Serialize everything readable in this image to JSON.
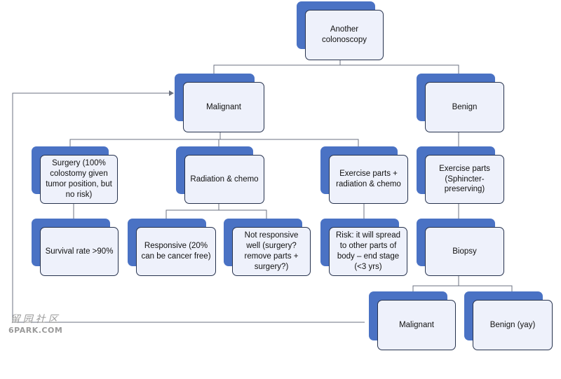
{
  "nodes": {
    "root": "Another colonoscopy",
    "malignant": "Malignant",
    "benign": "Benign",
    "surgery": "Surgery (100% colostomy given tumor position, but no risk)",
    "radiation": "Radiation & chemo",
    "exercise_radiation": "Exercise parts + radiation & chemo",
    "exercise_sphincter": "Exercise parts (Sphincter-preserving)",
    "survival": "Survival rate >90%",
    "responsive": "Responsive (20% can be cancer free)",
    "not_responsive": "Not responsive well (surgery? remove parts + surgery?)",
    "risk": "Risk: it will spread to other parts of body – end stage (<3 yrs)",
    "biopsy": "Biopsy",
    "malignant2": "Malignant",
    "benign_yay": "Benign (yay)"
  },
  "watermark": {
    "chinese": "留园社区",
    "site": "6PARK.COM"
  },
  "colors": {
    "node_back": "#4a72c4",
    "node_front": "#eef1fb",
    "node_border": "#26324d",
    "connector": "#6b7280"
  }
}
